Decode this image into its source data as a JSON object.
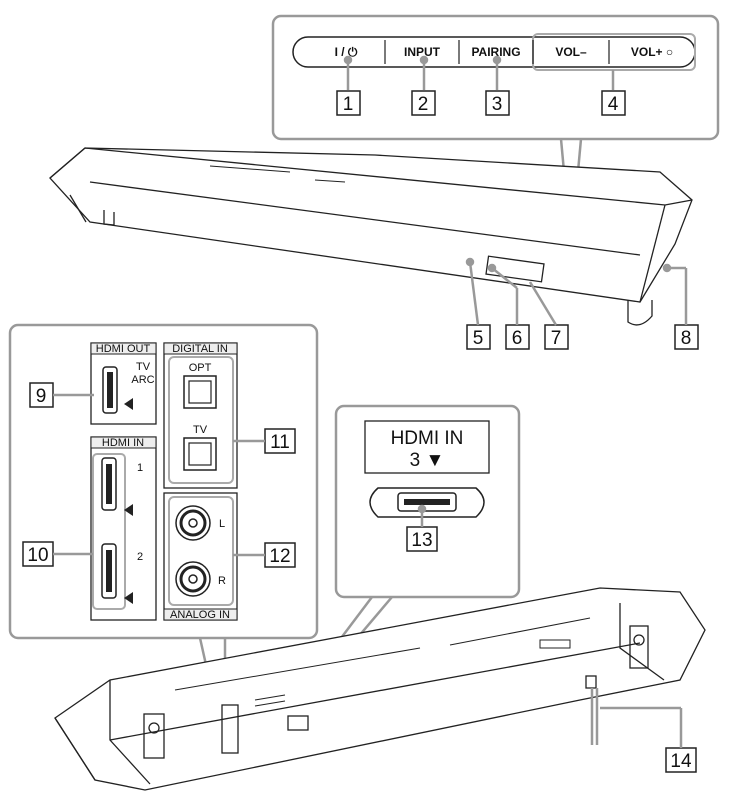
{
  "top_panel": {
    "power": "I / ⏻",
    "input": "INPUT",
    "pairing": "PAIRING",
    "vol_minus": "VOL–",
    "vol_plus": "VOL+ ○"
  },
  "callouts": {
    "c1": "1",
    "c2": "2",
    "c3": "3",
    "c4": "4",
    "c5": "5",
    "c6": "6",
    "c7": "7",
    "c8": "8",
    "c9": "9",
    "c10": "10",
    "c11": "11",
    "c12": "12",
    "c13": "13",
    "c14": "14"
  },
  "rear_panel": {
    "hdmi_out": "HDMI OUT",
    "tv_arc_1": "TV",
    "tv_arc_2": "ARC",
    "hdmi_in": "HDMI IN",
    "hdmi_in_1": "1",
    "hdmi_in_2": "2",
    "digital_in": "DIGITAL IN",
    "opt": "OPT",
    "tv": "TV",
    "analog_in": "ANALOG IN",
    "l": "L",
    "r": "R"
  },
  "hdmi3_panel": {
    "line1": "HDMI  IN",
    "line2": "3  ▼"
  }
}
